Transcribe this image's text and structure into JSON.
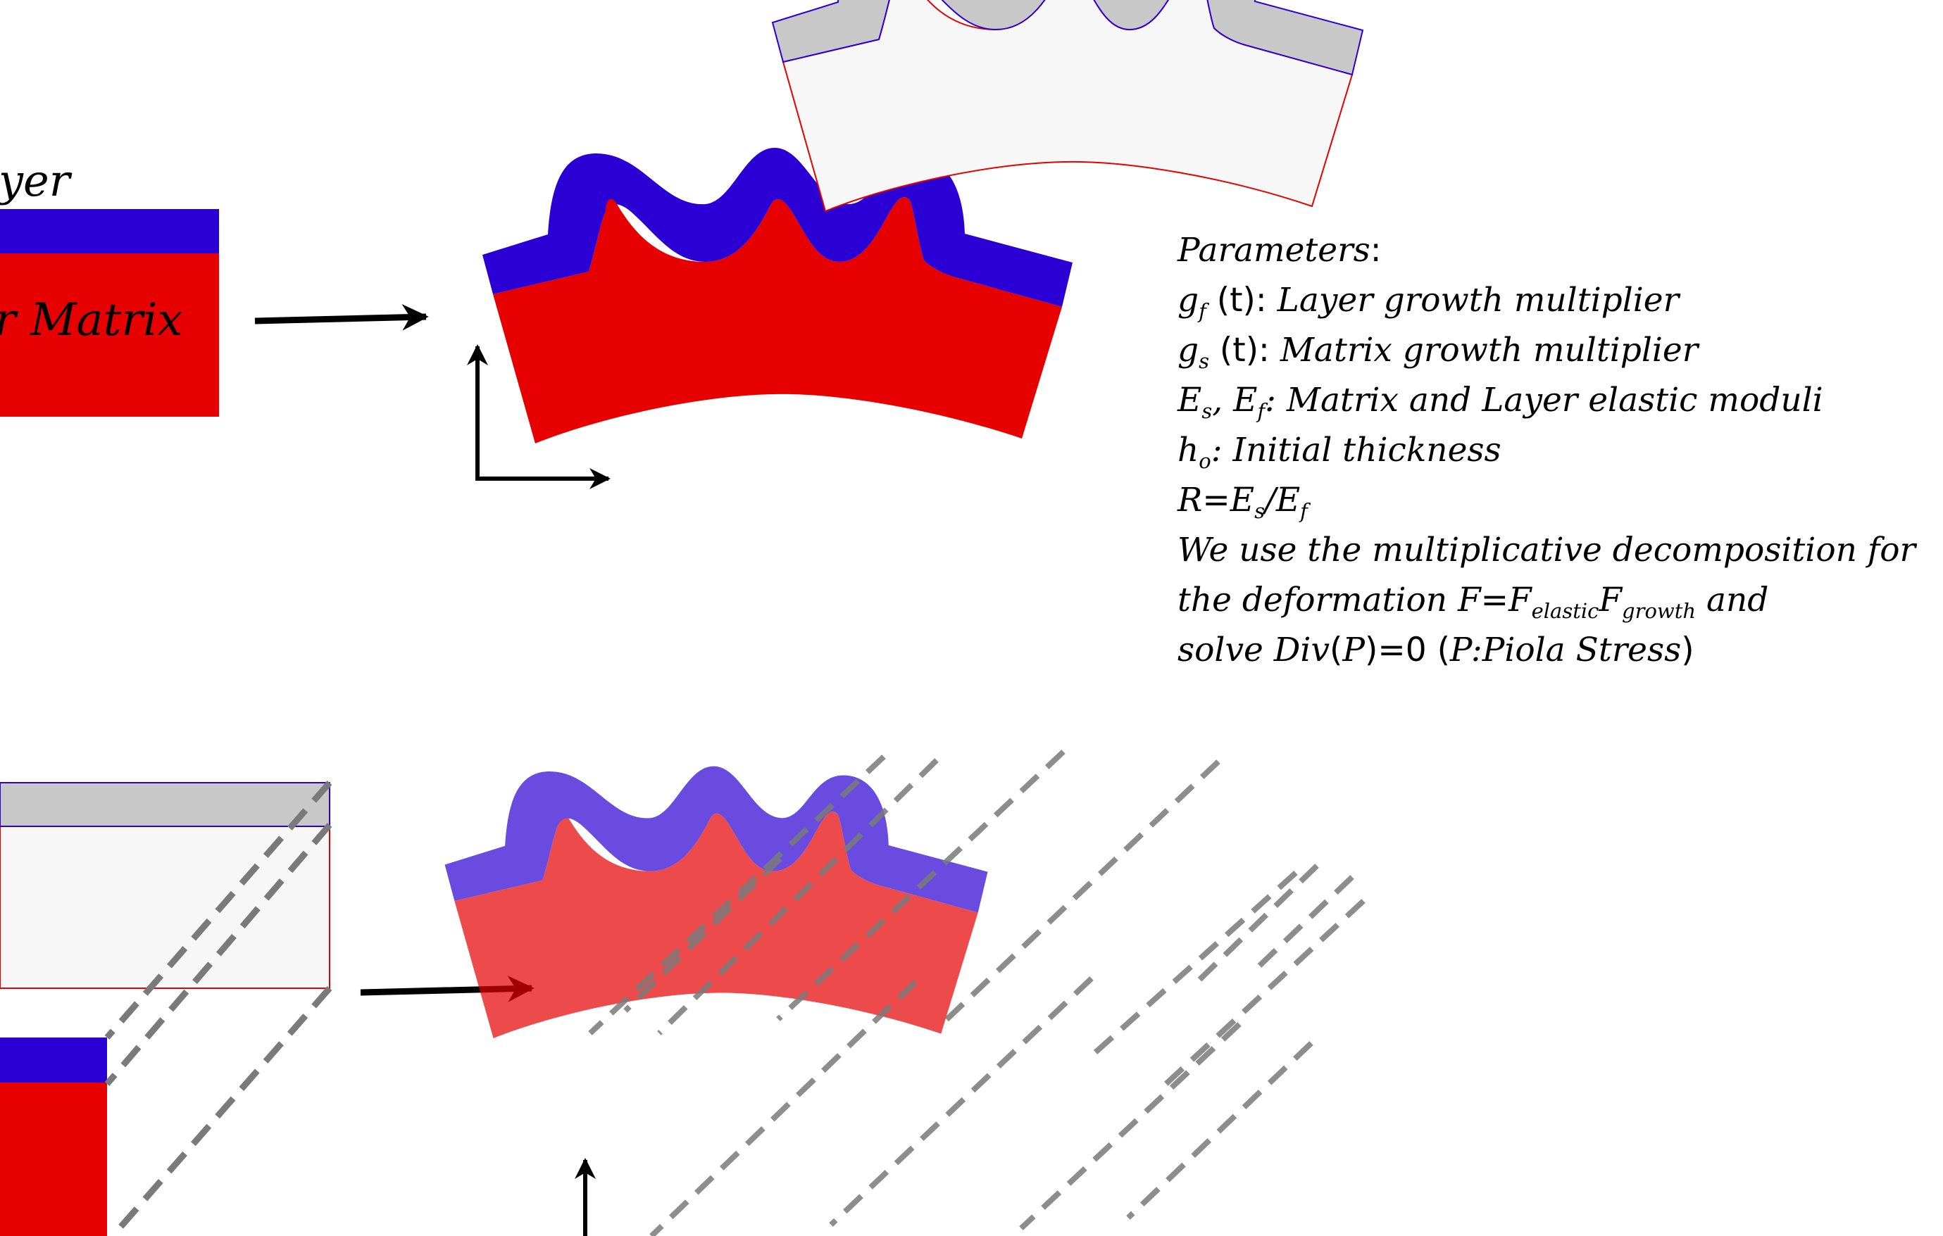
{
  "labels": {
    "layer": "yer",
    "matrix": "r Matrix"
  },
  "parameters": {
    "heading": "Parameters",
    "heading_colon": ":",
    "gf_symbol": "g",
    "gf_sub": "f",
    "gf_arg": " (t): ",
    "gf_desc": "Layer growth multiplier",
    "gs_symbol": "g",
    "gs_sub": "s",
    "gs_arg": " (t): ",
    "gs_desc": "Matrix growth multiplier",
    "es_symbol": "E",
    "es_sub": "s",
    "ef_symbol": ", E",
    "ef_sub": "f",
    "moduli_desc": ": Matrix and Layer elastic moduli",
    "h_symbol": "h",
    "h_sub": "o",
    "h_desc": ": Initial thickness",
    "r_lhs": "R",
    "r_eq": "=",
    "r_num": "E",
    "r_num_sub": "s",
    "r_slash": "/",
    "r_den": "E",
    "r_den_sub": "f",
    "decomp_line1": "We use the multiplicative decomposition for",
    "decomp_line2_a": "the deformation F",
    "decomp_line2_eq": "=",
    "decomp_line2_f1": "F",
    "decomp_line2_f1_sub": "elastic",
    "decomp_line2_f2": "F",
    "decomp_line2_f2_sub": "growth",
    "decomp_line2_b": " and",
    "solve_a": "solve Div",
    "solve_open": "(",
    "solve_p": "P",
    "solve_close": ")",
    "solve_eq": "=0 (",
    "solve_piola": "P:Piola Stress",
    "solve_end": ")"
  },
  "colors": {
    "matrix_red": "#e60000",
    "layer_blue": "#2a00d4",
    "ghost_gray": "#c8c8c8",
    "ghost_fill": "#f7f7f7",
    "dash_gray": "#7a7a7a",
    "arrow_black": "#000000"
  },
  "icons": {
    "process_arrow": "right-arrow-icon",
    "axes": "axes-icon"
  }
}
